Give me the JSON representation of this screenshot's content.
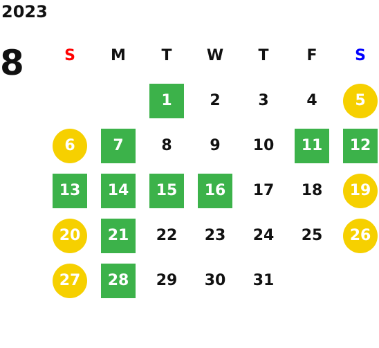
{
  "year": "2023",
  "month": "8",
  "weekdays": [
    {
      "label": "S",
      "color": "#ff0000"
    },
    {
      "label": "M",
      "color": "#111111"
    },
    {
      "label": "T",
      "color": "#111111"
    },
    {
      "label": "W",
      "color": "#111111"
    },
    {
      "label": "T",
      "color": "#111111"
    },
    {
      "label": "F",
      "color": "#111111"
    },
    {
      "label": "S",
      "color": "#0000ff"
    }
  ],
  "colors": {
    "workday": "#3cb24a",
    "holiday": "#f6d000"
  },
  "first_weekday_index": 2,
  "days": [
    {
      "day": "1",
      "style": "work"
    },
    {
      "day": "2",
      "style": "plain"
    },
    {
      "day": "3",
      "style": "plain"
    },
    {
      "day": "4",
      "style": "plain"
    },
    {
      "day": "5",
      "style": "holiday"
    },
    {
      "day": "6",
      "style": "holiday"
    },
    {
      "day": "7",
      "style": "work"
    },
    {
      "day": "8",
      "style": "plain"
    },
    {
      "day": "9",
      "style": "plain"
    },
    {
      "day": "10",
      "style": "plain"
    },
    {
      "day": "11",
      "style": "work"
    },
    {
      "day": "12",
      "style": "work"
    },
    {
      "day": "13",
      "style": "work"
    },
    {
      "day": "14",
      "style": "work"
    },
    {
      "day": "15",
      "style": "work"
    },
    {
      "day": "16",
      "style": "work"
    },
    {
      "day": "17",
      "style": "plain"
    },
    {
      "day": "18",
      "style": "plain"
    },
    {
      "day": "19",
      "style": "holiday"
    },
    {
      "day": "20",
      "style": "holiday"
    },
    {
      "day": "21",
      "style": "work"
    },
    {
      "day": "22",
      "style": "plain"
    },
    {
      "day": "23",
      "style": "plain"
    },
    {
      "day": "24",
      "style": "plain"
    },
    {
      "day": "25",
      "style": "plain"
    },
    {
      "day": "26",
      "style": "holiday"
    },
    {
      "day": "27",
      "style": "holiday"
    },
    {
      "day": "28",
      "style": "work"
    },
    {
      "day": "29",
      "style": "plain"
    },
    {
      "day": "30",
      "style": "plain"
    },
    {
      "day": "31",
      "style": "plain"
    }
  ]
}
